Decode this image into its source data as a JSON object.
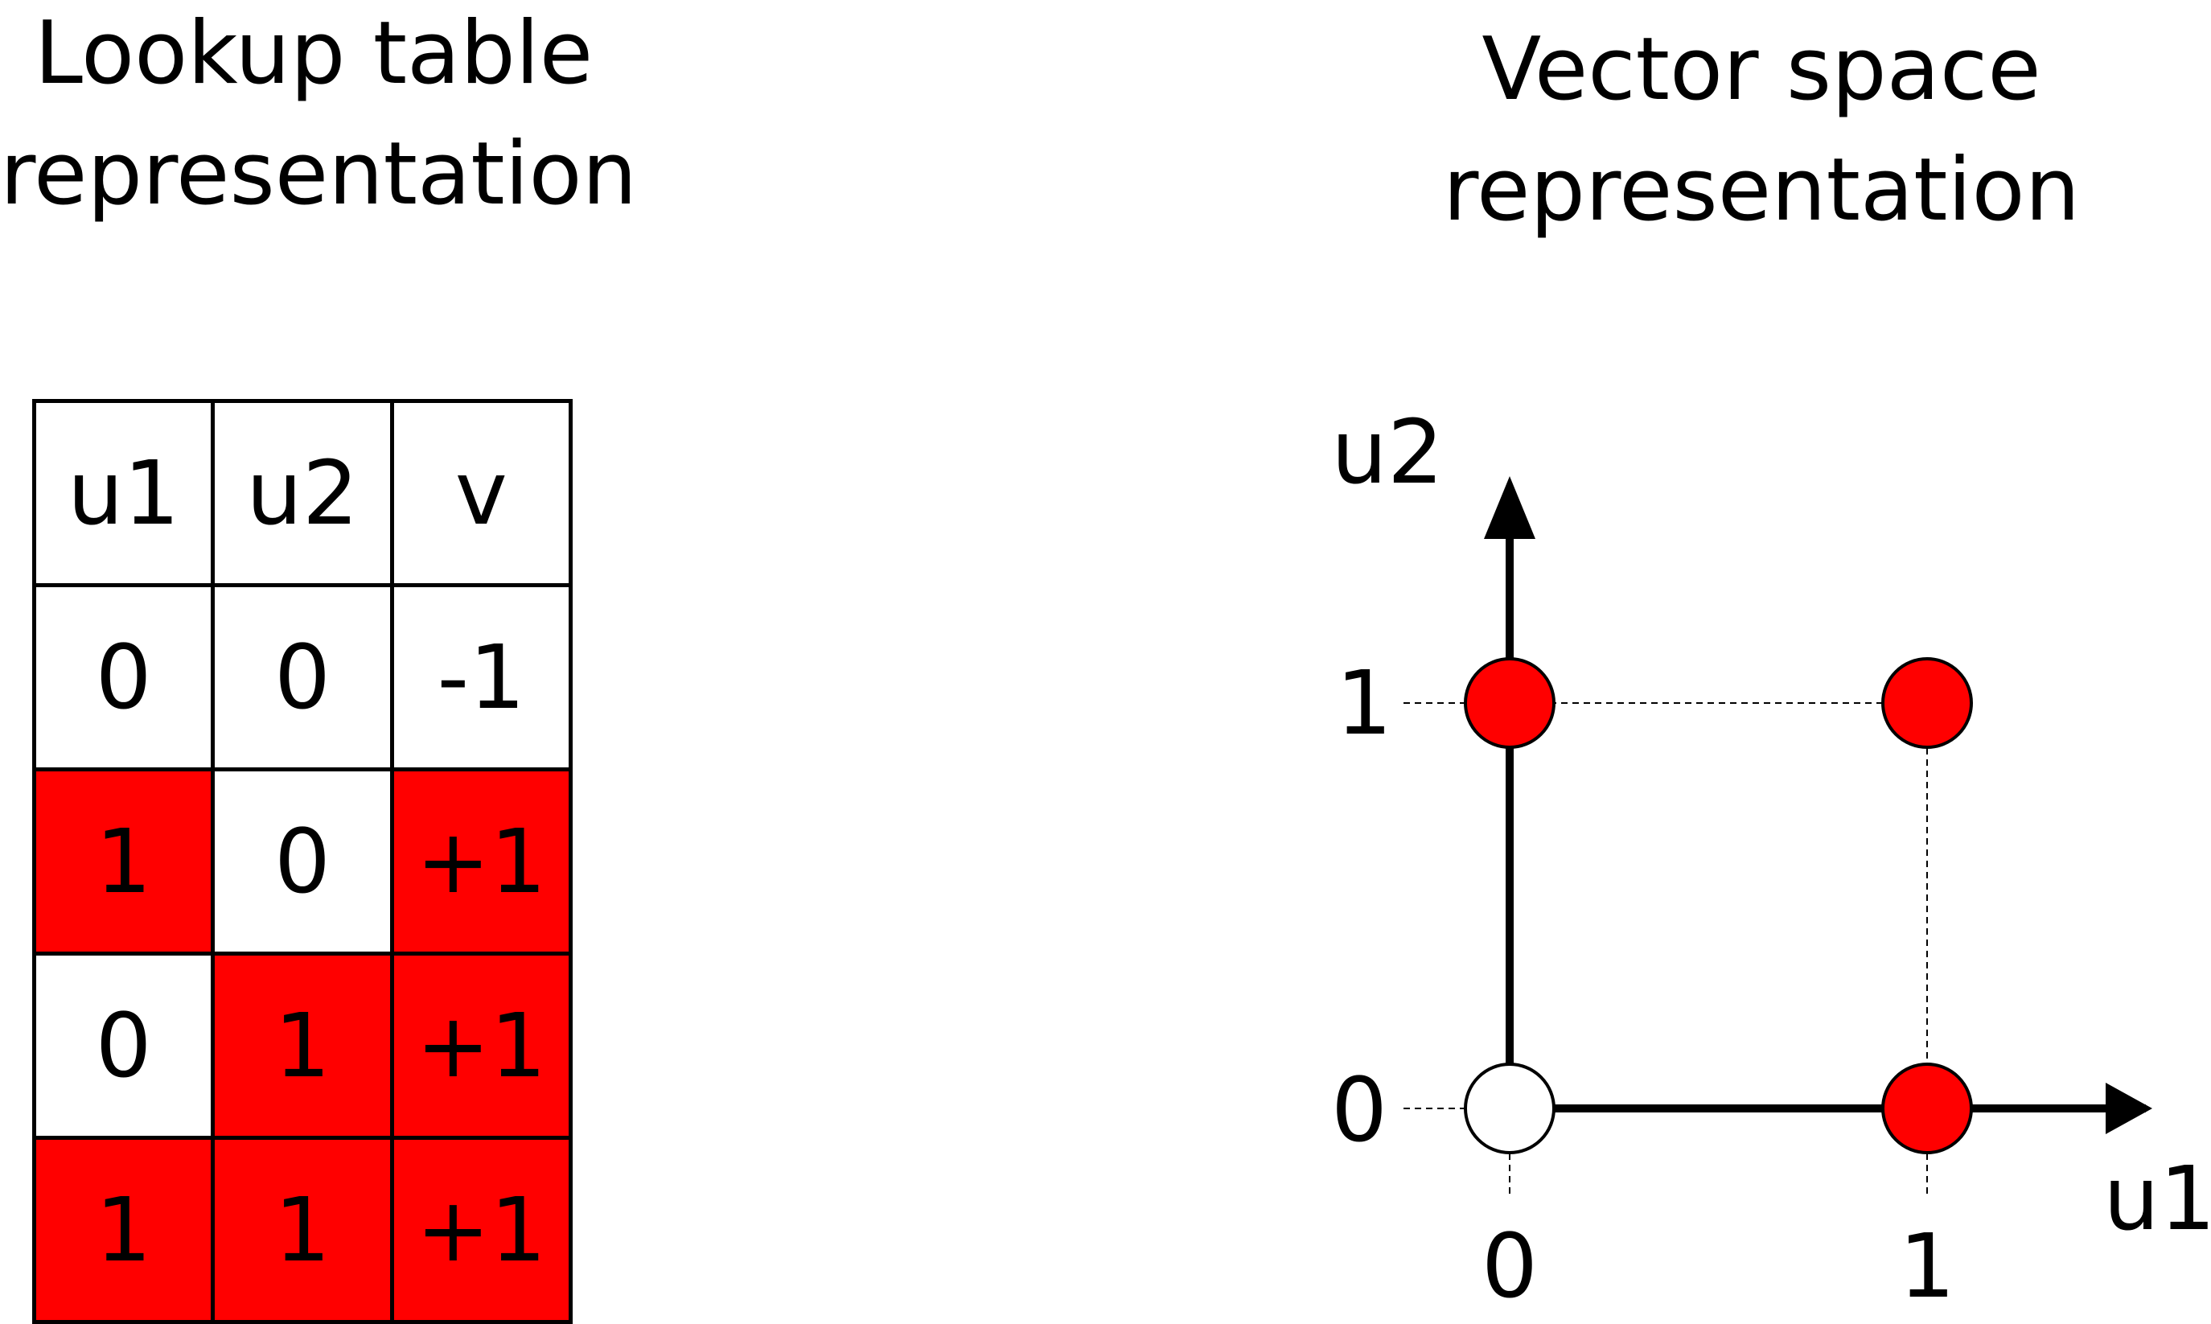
{
  "left_title": {
    "line1": "Lookup table",
    "line2": "representation"
  },
  "right_title": {
    "line1": "Vector space",
    "line2": "representation"
  },
  "table": {
    "headers": [
      "u1",
      "u2",
      "v"
    ],
    "rows": [
      [
        "0",
        "0",
        "-1"
      ],
      [
        "1",
        "0",
        "+1"
      ],
      [
        "0",
        "1",
        "+1"
      ],
      [
        "1",
        "1",
        "+1"
      ]
    ],
    "highlight": [
      [
        false,
        false,
        false
      ],
      [
        true,
        false,
        true
      ],
      [
        false,
        true,
        true
      ],
      [
        true,
        true,
        true
      ]
    ],
    "highlight_color": "#ff0000"
  },
  "chart_data": {
    "type": "scatter",
    "xlabel": "u1",
    "ylabel": "u2",
    "x_ticks": [
      "0",
      "1"
    ],
    "y_ticks": [
      "0",
      "1"
    ],
    "xlim": [
      0,
      1
    ],
    "ylim": [
      0,
      1
    ],
    "points": [
      {
        "x": 0,
        "y": 0,
        "fill": "#ffffff"
      },
      {
        "x": 1,
        "y": 0,
        "fill": "#ff0000"
      },
      {
        "x": 0,
        "y": 1,
        "fill": "#ff0000"
      },
      {
        "x": 1,
        "y": 1,
        "fill": "#ff0000"
      }
    ]
  }
}
